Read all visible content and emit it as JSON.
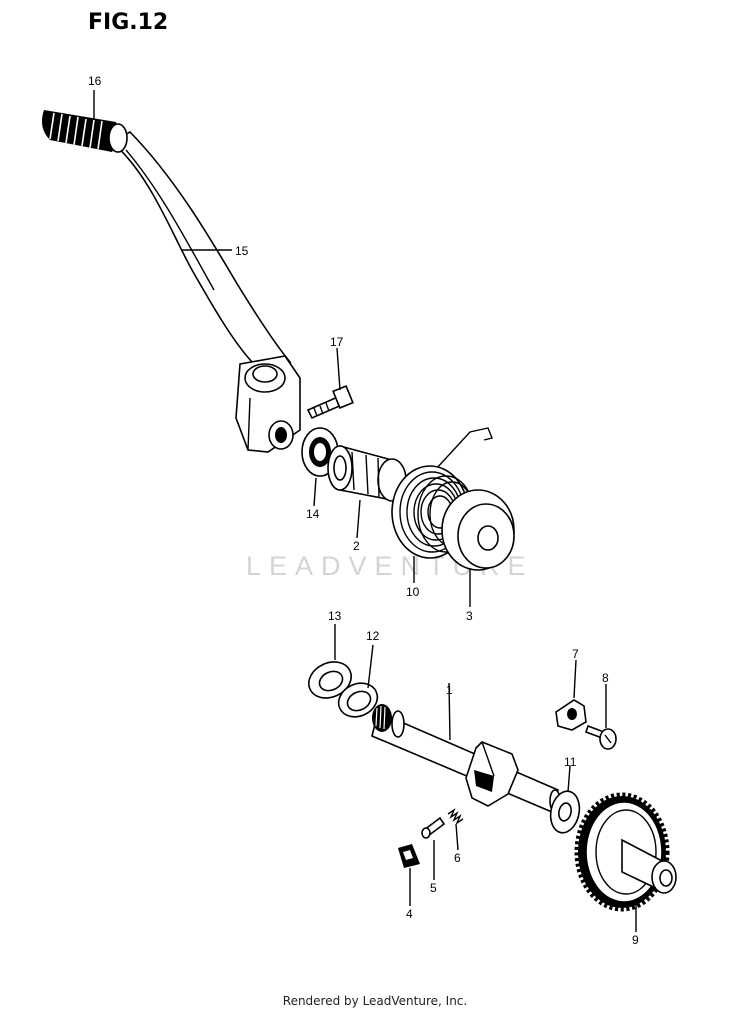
{
  "figure_title": "FIG.12",
  "watermark": "LEADVENTURE",
  "footer": "Rendered by LeadVenture, Inc.",
  "callouts": {
    "p1": "1",
    "p2": "2",
    "p3": "3",
    "p4": "4",
    "p5": "5",
    "p6": "6",
    "p7": "7",
    "p8": "8",
    "p9": "9",
    "p10": "10",
    "p11": "11",
    "p12": "12",
    "p13": "13",
    "p14": "14",
    "p15": "15",
    "p16": "16",
    "p17": "17"
  }
}
